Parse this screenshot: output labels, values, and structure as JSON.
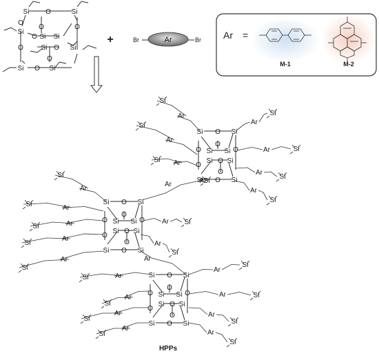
{
  "reaction": {
    "plus": "+",
    "monomer_br_left": "Br",
    "monomer_br_right": "Br",
    "monomer_ar": "Ar"
  },
  "legend": {
    "ar": "Ar",
    "equals": "=",
    "m1": "M-1",
    "m2": "M-2",
    "colors": {
      "m1_glow": "#cfe0f2",
      "m2_glow": "#f6d0c2",
      "border": "#333333"
    }
  },
  "atoms": {
    "si": "Si",
    "o": "O",
    "ar": "Ar"
  },
  "product": {
    "label": "HPPs"
  }
}
